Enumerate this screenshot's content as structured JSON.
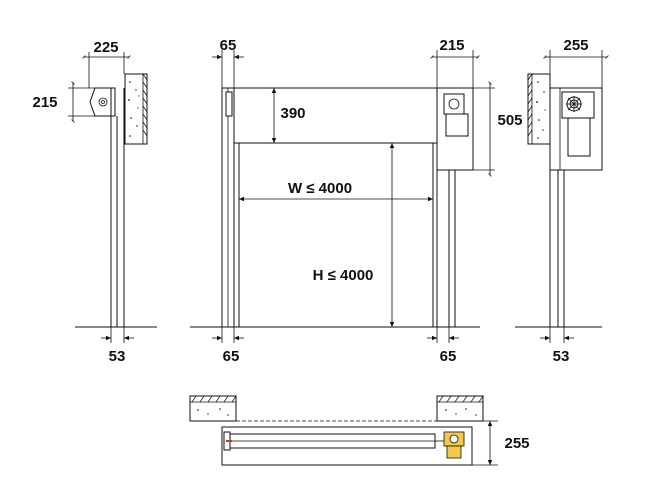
{
  "dimensions": {
    "left_top_width": "225",
    "left_bracket_height": "215",
    "left_post_width": "53",
    "front_left_top": "65",
    "front_header_height": "390",
    "front_width": "W ≤  4000",
    "front_height": "H ≤  4000",
    "front_left_bottom": "65",
    "front_right_bottom": "65",
    "front_motor_width": "215",
    "front_motor_height": "505",
    "right_top_width": "255",
    "right_post_width": "53",
    "plan_depth": "255"
  },
  "colors": {
    "line": "#111111",
    "background": "#ffffff",
    "motor_highlight": "#f2c94c",
    "accent_red": "#d32f2f"
  }
}
